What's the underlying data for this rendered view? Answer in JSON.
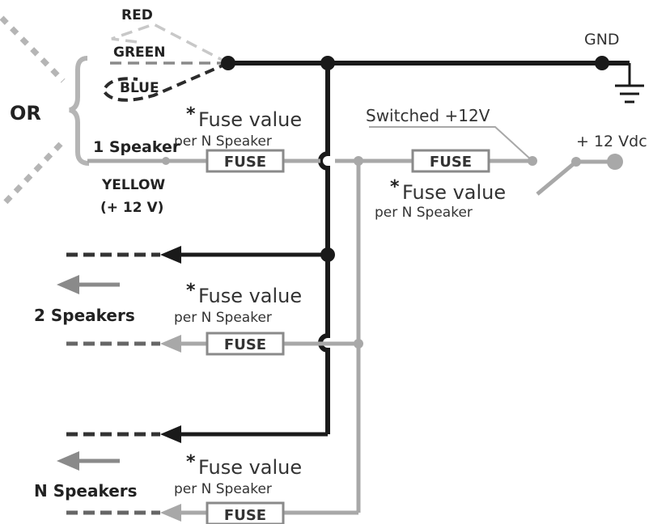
{
  "colors": {
    "ground_wire": "#1a1a1a",
    "power_wire": "#a8a8a8",
    "dotted_or": "#b5b5b5"
  },
  "wire_labels": {
    "red": "RED",
    "green": "GREEN",
    "blue": "BLUE",
    "yellow": "YELLOW",
    "yellow_voltage": "(+ 12 V)"
  },
  "or_label": "OR",
  "gnd_label": "GND",
  "supply_label": "+ 12 Vdc",
  "switched_label": "Switched +12V",
  "fuse_label": "FUSE",
  "fuse_note": {
    "asterisk": "*",
    "line1": "Fuse value",
    "line2": "per N Speaker"
  },
  "speaker_groups": {
    "one": "1 Speaker",
    "two": "2 Speakers",
    "n": "N Speakers"
  },
  "icons": {
    "ground": "ground-symbol-icon",
    "switch": "switch-icon",
    "arrow": "left-arrow-icon"
  }
}
